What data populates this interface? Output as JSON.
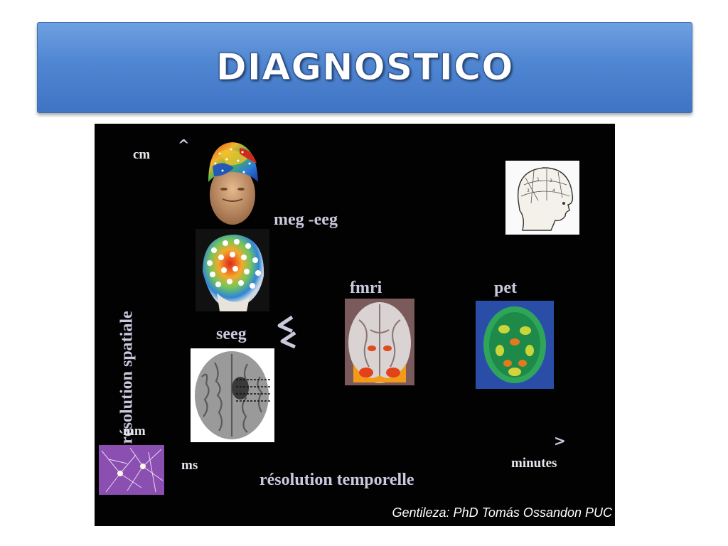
{
  "slide": {
    "title": "DIAGNOSTICO"
  },
  "figure": {
    "y_axis": {
      "label": "résolution spatiale",
      "top_tick": "cm",
      "bottom_tick": "mm"
    },
    "x_axis": {
      "label": "résolution temporelle",
      "left_tick": "ms",
      "right_tick": "minutes"
    },
    "methods": {
      "meg_eeg": "meg -eeg",
      "fmri": "fmri",
      "pet": "pet",
      "seeg": "seeg"
    },
    "credit": "Gentileza: PhD Tomás Ossandon PUC"
  }
}
